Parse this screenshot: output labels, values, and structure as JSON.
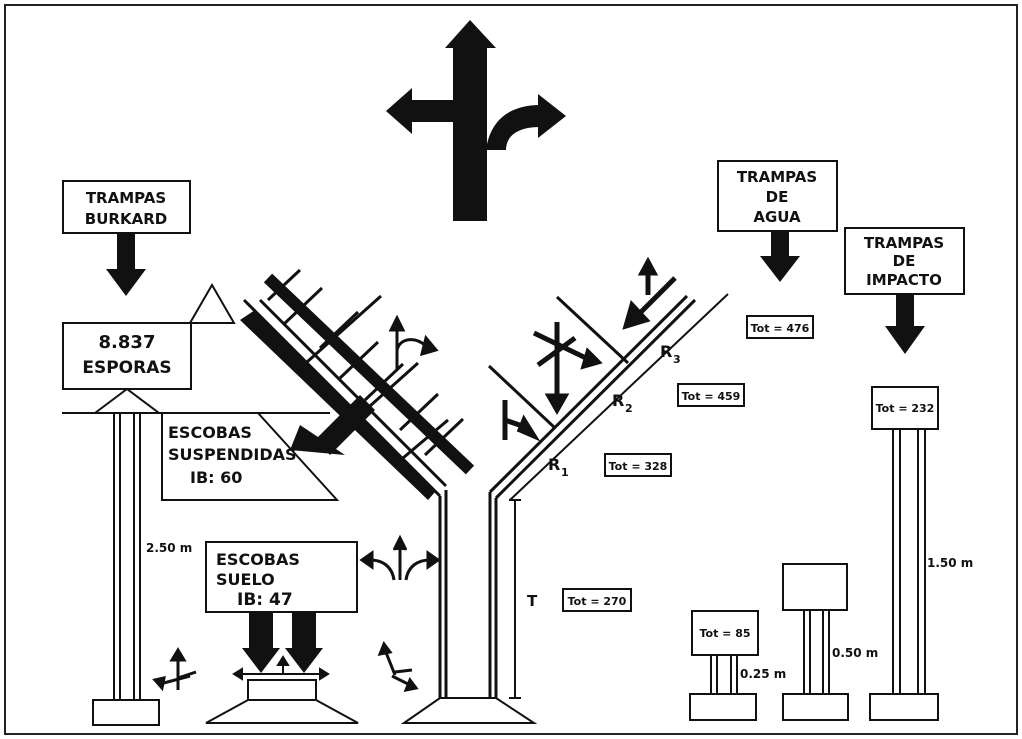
{
  "burkard": {
    "line1": "TRAMPAS",
    "line2": "BURKARD",
    "count_line1": "8.837",
    "count_line2": "ESPORAS",
    "height": "2.50 m"
  },
  "suspended_brooms": {
    "line1": "ESCOBAS",
    "line2": "SUSPENDIDAS",
    "line3": "IB: 60"
  },
  "floor_brooms": {
    "line1": "ESCOBAS",
    "line2": "SUELO",
    "line3": "IB: 47"
  },
  "water_traps": {
    "line1": "TRAMPAS",
    "line2": "DE",
    "line3": "AGUA"
  },
  "impact_traps": {
    "line1": "TRAMPAS",
    "line2": "DE",
    "line3": "IMPACTO"
  },
  "tree": {
    "r3": "R",
    "r3_sub": "3",
    "r2": "R",
    "r2_sub": "2",
    "r1": "R",
    "r1_sub": "1",
    "t": "T"
  },
  "totals": {
    "r3": "Tot = 476",
    "r2": "Tot = 459",
    "r1": "Tot = 328",
    "t": "Tot = 270"
  },
  "towers": {
    "tall": {
      "total": "Tot = 232",
      "height": "1.50 m"
    },
    "mid": {
      "height": "0.50 m"
    },
    "short": {
      "total": "Tot = 85",
      "height": "0.25 m"
    }
  }
}
